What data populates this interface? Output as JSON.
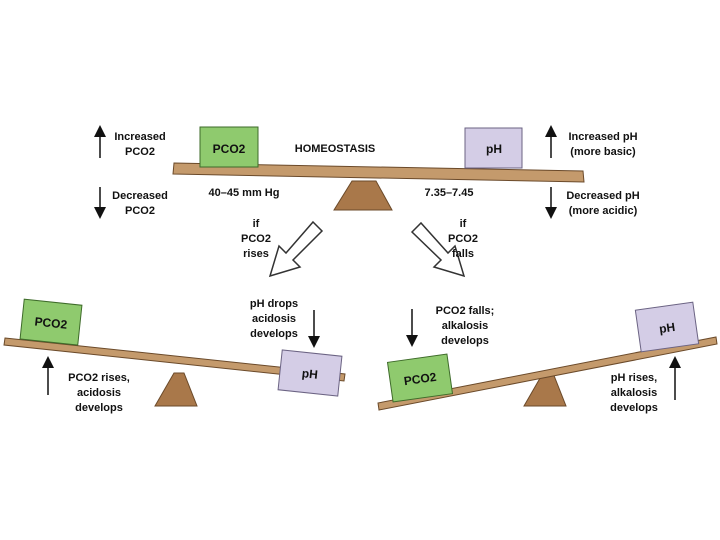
{
  "colors": {
    "plank": "#c49a6c",
    "plank_edge": "#6b4a2a",
    "fulcrum": "#a9784a",
    "pco2_box": "#8fca6e",
    "pco2_edge": "#3e6b2a",
    "ph_box": "#d4cde6",
    "ph_edge": "#6b6383",
    "arrow_fill": "#ffffff",
    "arrow_stroke": "#333333"
  },
  "top": {
    "title": "HOMEOSTASIS",
    "pco2_box": "PCO2",
    "ph_box": "pH",
    "pco2_range": "40–45 mm Hg",
    "ph_range": "7.35–7.45",
    "left_up": [
      "Increased",
      "PCO2"
    ],
    "left_down": [
      "Decreased",
      "PCO2"
    ],
    "right_up": [
      "Increased pH",
      "(more basic)"
    ],
    "right_down": [
      "Decreased pH",
      "(more acidic)"
    ]
  },
  "transitions": {
    "left": [
      "if",
      "PCO2",
      "rises"
    ],
    "right": [
      "if",
      "PCO2",
      "falls"
    ]
  },
  "left_scale": {
    "pco2_box": "PCO2",
    "ph_box": "pH",
    "ph_note": [
      "pH drops",
      "acidosis",
      "develops"
    ],
    "pco2_note": [
      "PCO2 rises,",
      "acidosis",
      "develops"
    ]
  },
  "right_scale": {
    "pco2_box": "PCO2",
    "ph_box": "pH",
    "pco2_note": [
      "PCO2 falls;",
      "alkalosis",
      "develops"
    ],
    "ph_note": [
      "pH rises,",
      "alkalosis",
      "develops"
    ]
  }
}
